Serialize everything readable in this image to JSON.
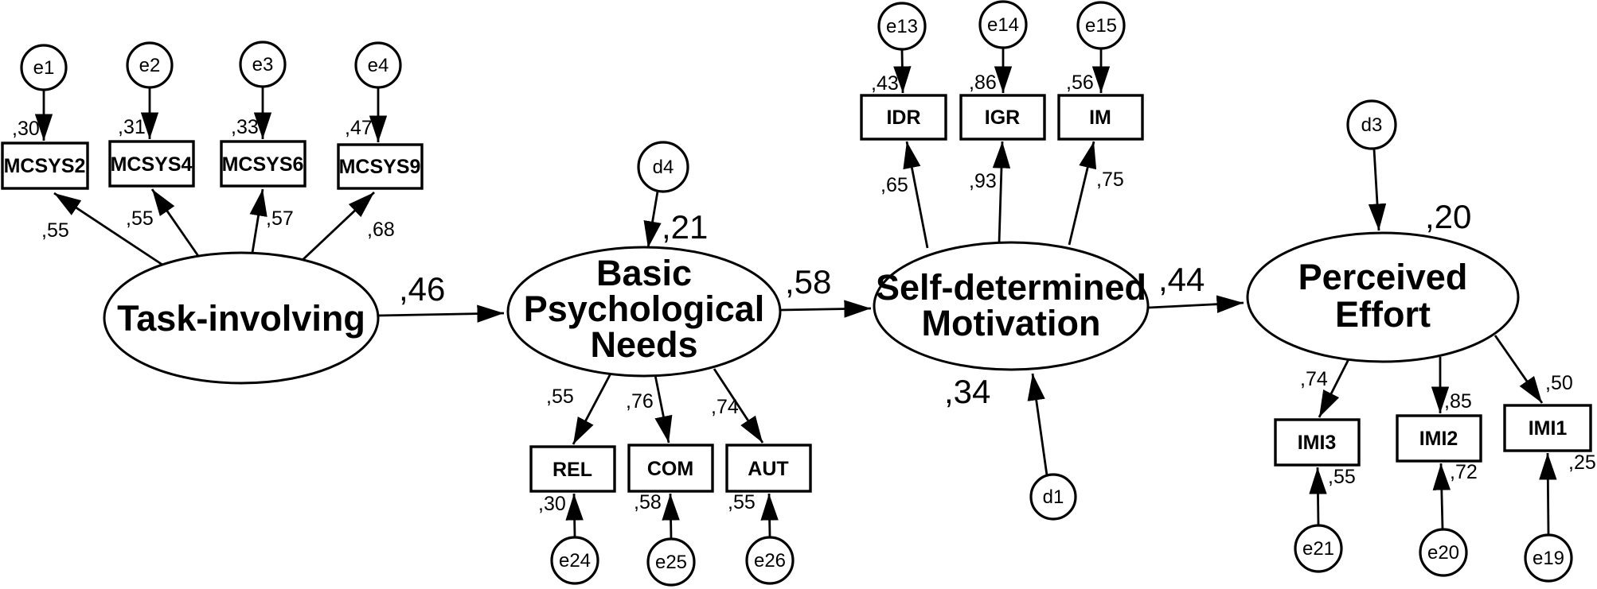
{
  "colors": {
    "background": "#ffffff",
    "line": "#000000",
    "node_fill": "#ffffff"
  },
  "latents": [
    {
      "id": "task-involving",
      "lines": [
        "Task-involving"
      ]
    },
    {
      "id": "basic-psychological-needs",
      "lines": [
        "Basic",
        "Psychological",
        "Needs"
      ],
      "r2": ",21",
      "disturbance": "d4"
    },
    {
      "id": "self-determined-motivation",
      "lines": [
        "Self-determined",
        "Motivation"
      ],
      "r2": ",34",
      "disturbance": "d1"
    },
    {
      "id": "perceived-effort",
      "lines": [
        "Perceived",
        "Effort"
      ],
      "r2": ",20",
      "disturbance": "d3"
    }
  ],
  "paths": [
    {
      "from": "Task-involving",
      "to": "Basic Psychological Needs",
      "coefficient": ",46"
    },
    {
      "from": "Basic Psychological Needs",
      "to": "Self-determined Motivation",
      "coefficient": ",58"
    },
    {
      "from": "Self-determined Motivation",
      "to": "Perceived Effort",
      "coefficient": ",44"
    }
  ],
  "indicators": [
    {
      "latent": "task-involving",
      "name": "MCSYS2",
      "loading": ",55",
      "r2": ",30",
      "error": "e1"
    },
    {
      "latent": "task-involving",
      "name": "MCSYS4",
      "loading": ",55",
      "r2": ",31",
      "error": "e2"
    },
    {
      "latent": "task-involving",
      "name": "MCSYS6",
      "loading": ",57",
      "r2": ",33",
      "error": "e3"
    },
    {
      "latent": "task-involving",
      "name": "MCSYS9",
      "loading": ",68",
      "r2": ",47",
      "error": "e4"
    },
    {
      "latent": "basic-psychological-needs",
      "name": "REL",
      "loading": ",55",
      "r2": ",30",
      "error": "e24"
    },
    {
      "latent": "basic-psychological-needs",
      "name": "COM",
      "loading": ",76",
      "r2": ",58",
      "error": "e25"
    },
    {
      "latent": "basic-psychological-needs",
      "name": "AUT",
      "loading": ",74",
      "r2": ",55",
      "error": "e26"
    },
    {
      "latent": "self-determined-motivation",
      "name": "IDR",
      "loading": ",65",
      "r2": ",43",
      "error": "e13"
    },
    {
      "latent": "self-determined-motivation",
      "name": "IGR",
      "loading": ",93",
      "r2": ",86",
      "error": "e14"
    },
    {
      "latent": "self-determined-motivation",
      "name": "IM",
      "loading": ",75",
      "r2": ",56",
      "error": "e15"
    },
    {
      "latent": "perceived-effort",
      "name": "IMI3",
      "loading": ",74",
      "r2": ",55",
      "error": "e21"
    },
    {
      "latent": "perceived-effort",
      "name": "IMI2",
      "loading": ",85",
      "r2": ",72",
      "error": "e20"
    },
    {
      "latent": "perceived-effort",
      "name": "IMI1",
      "loading": ",50",
      "r2": ",25",
      "error": "e19"
    }
  ]
}
